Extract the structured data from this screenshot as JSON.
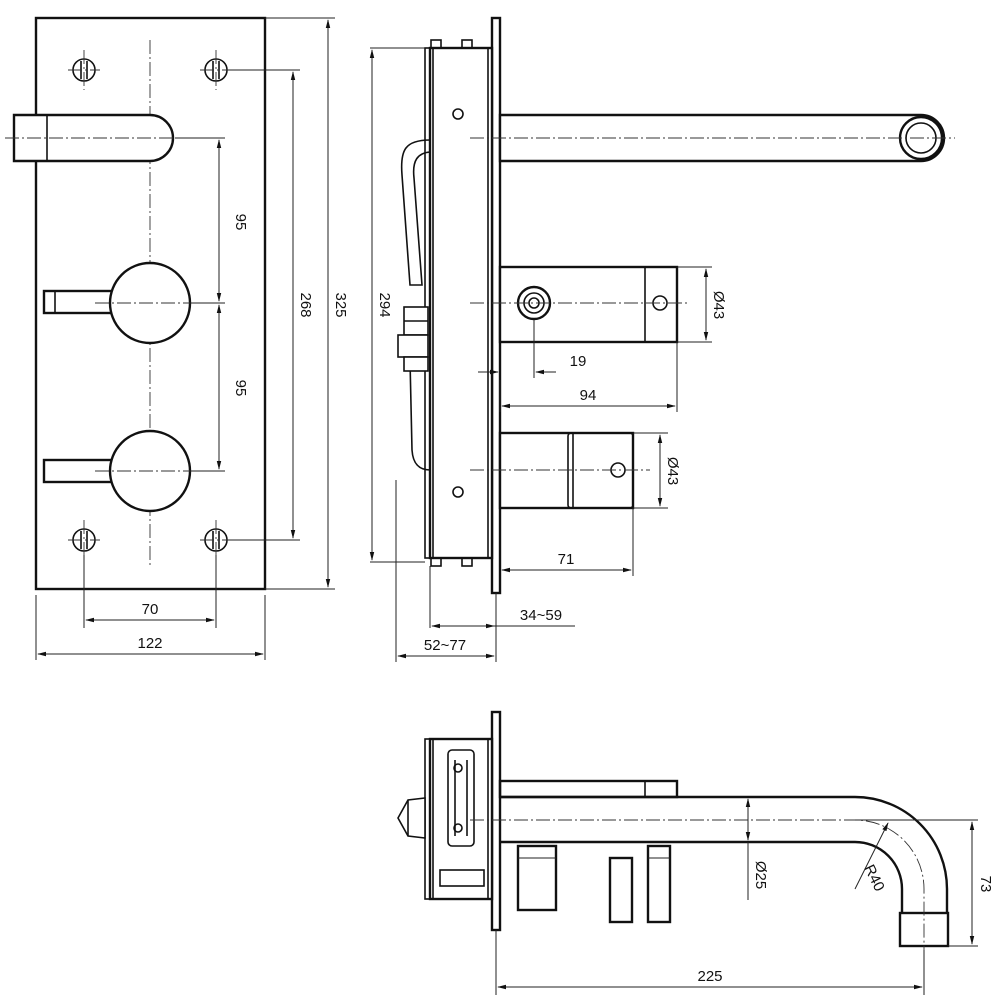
{
  "front_view": {
    "dim_hole_spacing_x": "70",
    "dim_plate_width": "122",
    "dim_upper_spacing": "95",
    "dim_lower_spacing": "95",
    "dim_hole_spacing_y": "268",
    "dim_plate_height": "325"
  },
  "side_view": {
    "dim_body_height": "294",
    "dim_cartridge_dia_top": "Ø43",
    "dim_offset_19": "19",
    "dim_length_94": "94",
    "dim_cartridge_dia_bottom": "Ø43",
    "dim_length_71": "71",
    "dim_range_34_59": "34~59",
    "dim_range_52_77": "52~77"
  },
  "top_view": {
    "dim_spout_dia": "Ø25",
    "dim_bend_radius": "R40",
    "dim_drop_73": "73",
    "dim_spout_length": "225"
  }
}
